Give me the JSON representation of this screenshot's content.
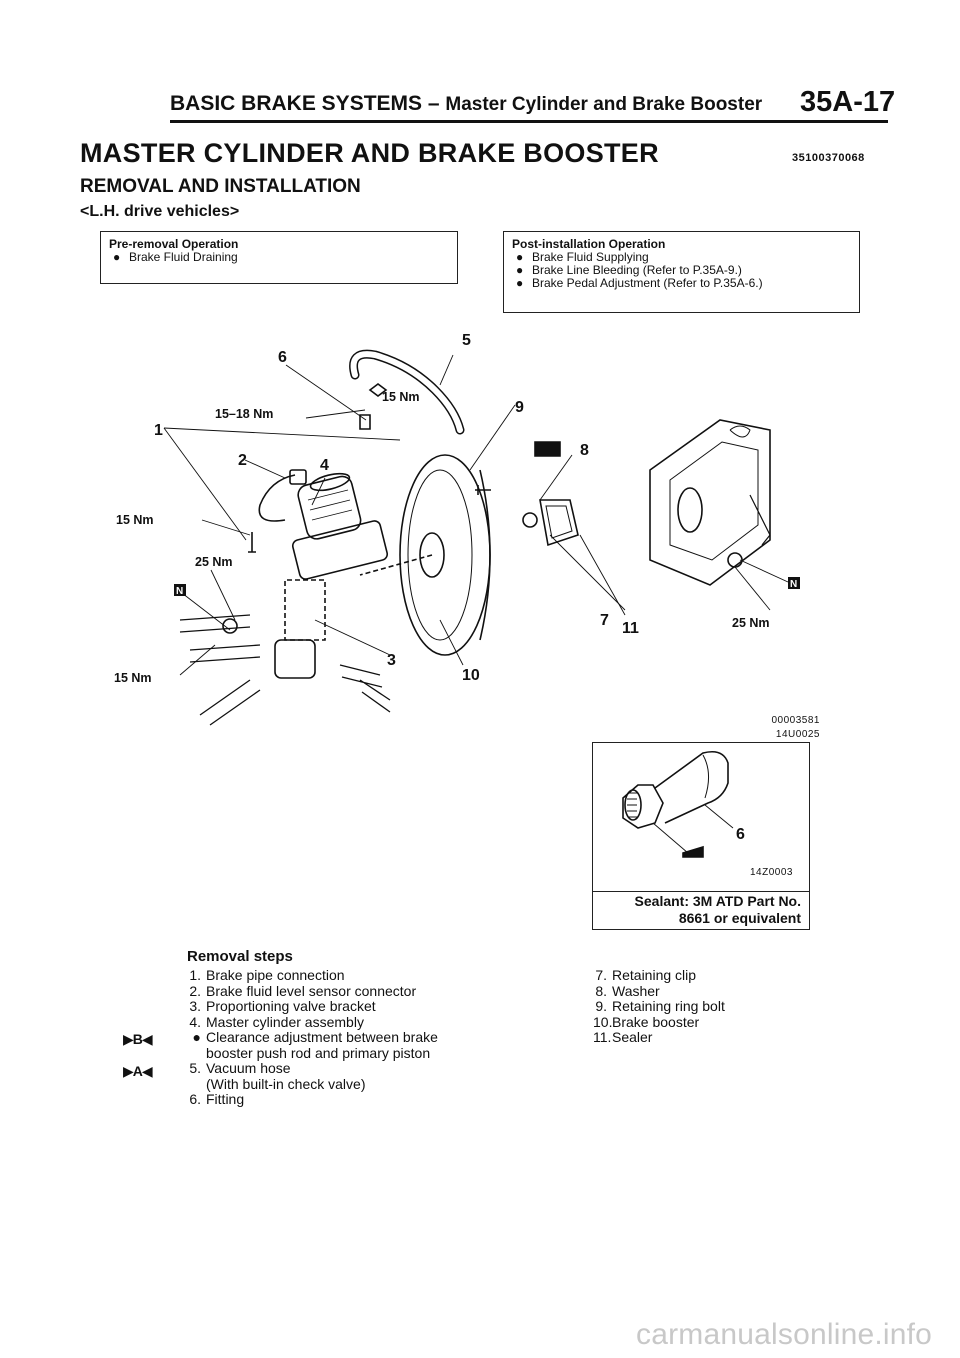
{
  "header": {
    "section": "BASIC BRAKE SYSTEMS –",
    "subsection": "Master Cylinder and Brake Booster",
    "page": "35A-17"
  },
  "title": "MASTER CYLINDER AND BRAKE BOOSTER",
  "doc_number": "35100370068",
  "subtitle": "REMOVAL AND INSTALLATION",
  "variant": "<L.H. drive vehicles>",
  "pre_removal": {
    "heading": "Pre-removal Operation",
    "items": [
      "Brake Fluid Draining"
    ]
  },
  "post_installation": {
    "heading": "Post-installation Operation",
    "items": [
      "Brake Fluid Supplying",
      "Brake Line Bleeding (Refer to P.35A-9.)",
      "Brake Pedal Adjustment (Refer to P.35A-6.)"
    ]
  },
  "diagram": {
    "callouts": [
      "1",
      "2",
      "3",
      "4",
      "5",
      "6",
      "7",
      "8",
      "9",
      "10",
      "11"
    ],
    "torques": [
      "15 Nm",
      "15–18 Nm",
      "15 Nm",
      "25 Nm",
      "15 Nm",
      "25 Nm"
    ],
    "n_marks": [
      "N",
      "N"
    ],
    "figure_codes": [
      "00003581",
      "14U0025"
    ]
  },
  "sealant_detail": {
    "callout": "6",
    "figure_code": "14Z0003",
    "note_line1": "Sealant: 3M ATD Part No.",
    "note_line2": "8661 or equivalent"
  },
  "removal_steps": {
    "heading": "Removal steps",
    "left": [
      {
        "num": "1.",
        "text": "Brake pipe connection"
      },
      {
        "num": "2.",
        "text": "Brake fluid level sensor connector"
      },
      {
        "num": "3.",
        "text": "Proportioning valve bracket"
      },
      {
        "num": "4.",
        "text": "Master cylinder assembly"
      },
      {
        "num": "●",
        "text": "Clearance adjustment between brake",
        "cont": "booster push rod and primary piston",
        "mark": "▶B◀"
      },
      {
        "num": "5.",
        "text": "Vacuum hose",
        "cont": "(With built-in check valve)",
        "mark": "▶A◀"
      },
      {
        "num": "6.",
        "text": "Fitting"
      }
    ],
    "right": [
      {
        "num": "7.",
        "text": "Retaining clip"
      },
      {
        "num": "8.",
        "text": "Washer"
      },
      {
        "num": "9.",
        "text": "Retaining ring bolt"
      },
      {
        "num": "10.",
        "text": "Brake booster"
      },
      {
        "num": "11.",
        "text": "Sealer"
      }
    ]
  },
  "watermark": "carmanualsonline.info"
}
